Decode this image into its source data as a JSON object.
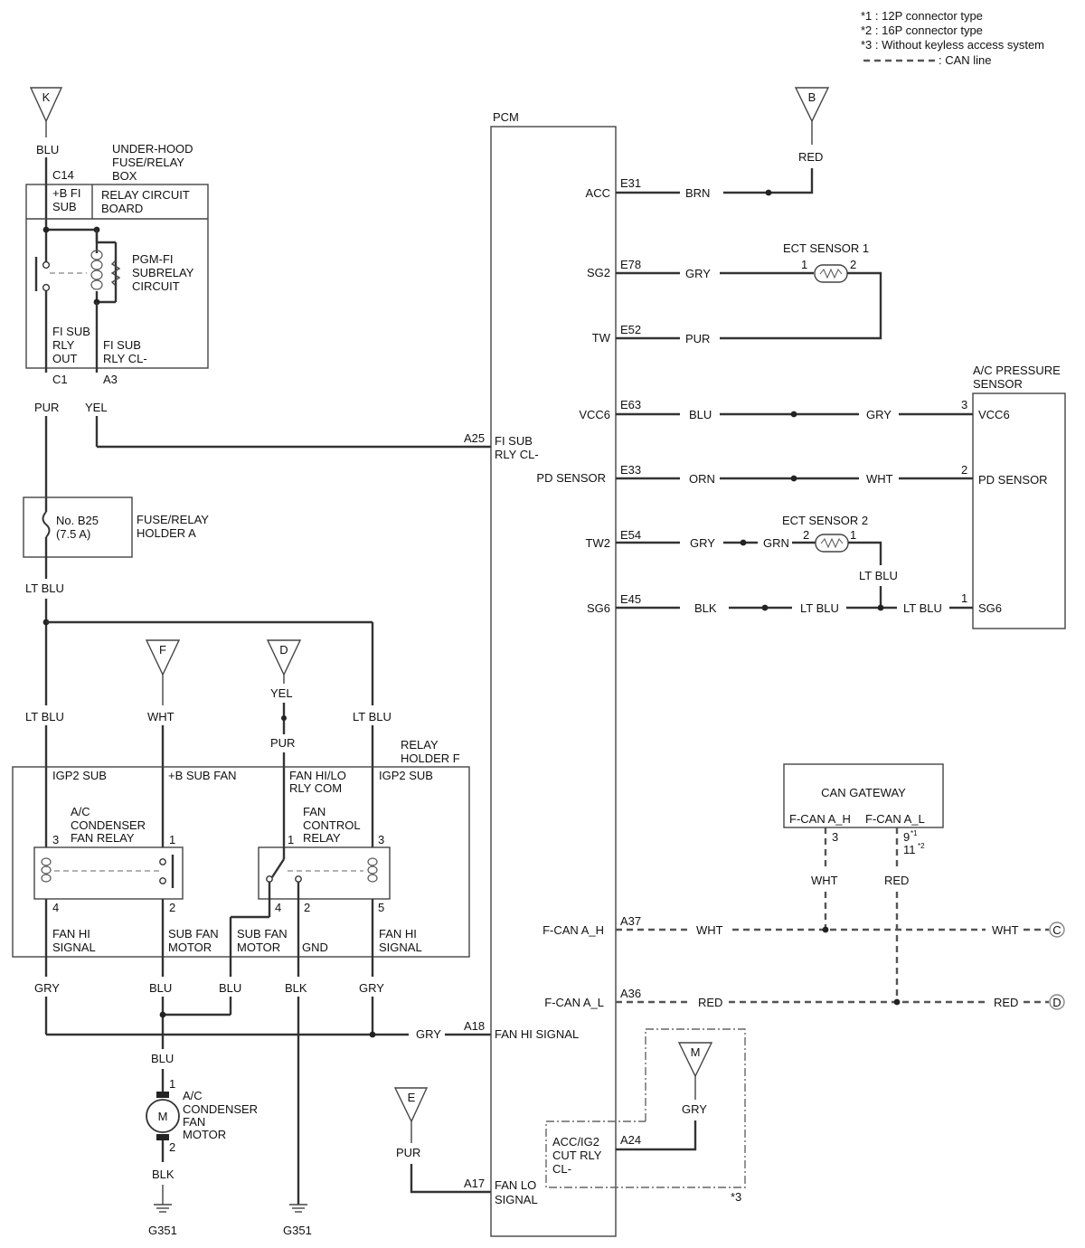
{
  "notes": {
    "n1": "*1 : 12P connector type",
    "n2": "*2 : 16P connector type",
    "n3": "*3 : Without keyless access system",
    "can_line": ": CAN line"
  },
  "terminals": {
    "K": "K",
    "B": "B",
    "F": "F",
    "D": "D",
    "E": "E",
    "M": "M",
    "C": "C",
    "D2": "D"
  },
  "under_hood_box": {
    "name_l1": "UNDER-HOOD",
    "name_l2": "FUSE/RELAY",
    "name_l3": "BOX",
    "wire_in": "BLU",
    "conn_in": "C14",
    "pin_b_l1": "+B FI",
    "pin_b_l2": "SUB",
    "board_l1": "RELAY CIRCUIT",
    "board_l2": "BOARD",
    "relay_l1": "PGM-FI",
    "relay_l2": "SUBRELAY",
    "relay_l3": "CIRCUIT",
    "out_l1": "FI SUB",
    "out_l2": "RLY",
    "out_l3": "OUT",
    "cl_l1": "FI SUB",
    "cl_l2": "RLY CL-",
    "conn_out": "C1",
    "conn_cl": "A3",
    "wire_out": "PUR",
    "wire_cl": "YEL"
  },
  "fuse": {
    "name_l1": "No. B25",
    "name_l2": "(7.5 A)",
    "holder_l1": "FUSE/RELAY",
    "holder_l2": "HOLDER A",
    "wire_out": "LT BLU"
  },
  "relay_holder": {
    "name_l1": "RELAY",
    "name_l2": "HOLDER F",
    "col1": "IGP2 SUB",
    "col2": "+B SUB FAN",
    "col3_l1": "FAN HI/LO",
    "col3_l2": "RLY COM",
    "col4": "IGP2 SUB",
    "acr_l1": "A/C",
    "acr_l2": "CONDENSER",
    "acr_l3": "FAN RELAY",
    "fcr_l1": "FAN",
    "fcr_l2": "CONTROL",
    "fcr_l3": "RELAY",
    "pin3a": "3",
    "pin1a": "1",
    "pin4a": "4",
    "pin2a": "2",
    "pin1b": "1",
    "pin3b": "3",
    "pin4b": "4",
    "pin2b": "2",
    "pin5b": "5",
    "b1_l1": "FAN HI",
    "b1_l2": "SIGNAL",
    "b2_l1": "SUB FAN",
    "b2_l2": "MOTOR",
    "b3_l1": "SUB FAN",
    "b3_l2": "MOTOR",
    "b4": "GND",
    "b5_l1": "FAN HI",
    "b5_l2": "SIGNAL"
  },
  "wires_left": {
    "ltblu1": "LT BLU",
    "wht": "WHT",
    "yel": "YEL",
    "pur": "PUR",
    "ltblu2": "LT BLU",
    "gry1": "GRY",
    "blu1": "BLU",
    "blu2": "BLU",
    "blk1": "BLK",
    "gry2": "GRY",
    "gry3": "GRY",
    "blu3": "BLU",
    "blk2": "BLK"
  },
  "motor": {
    "symbol": "M",
    "pin1": "1",
    "pin2": "2",
    "name_l1": "A/C",
    "name_l2": "CONDENSER",
    "name_l3": "FAN",
    "name_l4": "MOTOR"
  },
  "grounds": {
    "g1": "G351",
    "g2": "G351"
  },
  "pcm": {
    "name": "PCM",
    "rows": [
      {
        "pin": "ACC",
        "conn": "E31",
        "wire": "BRN"
      },
      {
        "pin": "SG2",
        "conn": "E78",
        "wire": "GRY"
      },
      {
        "pin": "TW",
        "conn": "E52",
        "wire": "PUR"
      },
      {
        "pin": "VCC6",
        "conn": "E63",
        "wire": "BLU"
      },
      {
        "pin": "PD SENSOR",
        "conn": "E33",
        "wire": "ORN"
      },
      {
        "pin": "TW2",
        "conn": "E54",
        "wire": "GRY"
      },
      {
        "pin": "SG6",
        "conn": "E45",
        "wire": "BLK"
      },
      {
        "pin": "F-CAN A_H",
        "conn": "A37",
        "wire": "WHT"
      },
      {
        "pin": "F-CAN A_L",
        "conn": "A36",
        "wire": "RED"
      }
    ],
    "left_pins": {
      "a25": "A25",
      "a25_l1": "FI SUB",
      "a25_l2": "RLY CL-",
      "a18": "A18",
      "a18_l1": "FAN HI SIGNAL",
      "a17": "A17",
      "a17_l1": "FAN LO",
      "a17_l2": "SIGNAL"
    },
    "acc_relay": {
      "conn": "A24",
      "l1": "ACC/IG2",
      "l2": "CUT RLY",
      "l3": "CL-",
      "note": "*3"
    }
  },
  "b_wire": "RED",
  "e_wire": "PUR",
  "m_wire": "GRY",
  "ect1": {
    "name": "ECT SENSOR 1",
    "pin1": "1",
    "pin2": "2"
  },
  "ect2": {
    "name": "ECT SENSOR 2",
    "pin1": "1",
    "pin2": "2",
    "wire_a": "GRN",
    "wire_b": "LT BLU"
  },
  "ac_sensor": {
    "name_l1": "A/C PRESSURE",
    "name_l2": "SENSOR",
    "pin_vcc6": "VCC6",
    "pin_pd": "PD SENSOR",
    "pin_sg6": "SG6",
    "num3": "3",
    "num2": "2",
    "num1": "1",
    "wire_vcc": "GRY",
    "wire_pd": "WHT",
    "wire_sg_a": "LT BLU",
    "wire_sg_b": "LT BLU"
  },
  "can_gateway": {
    "name": "CAN GATEWAY",
    "pin_h": "F-CAN A_H",
    "pin_l": "F-CAN A_L",
    "num_h": "3",
    "num_l1": "9",
    "num_l2": "11",
    "sup1": "*1",
    "sup2": "*2",
    "wire_h": "WHT",
    "wire_l": "RED",
    "wire_h_out": "WHT",
    "wire_l_out": "RED"
  }
}
